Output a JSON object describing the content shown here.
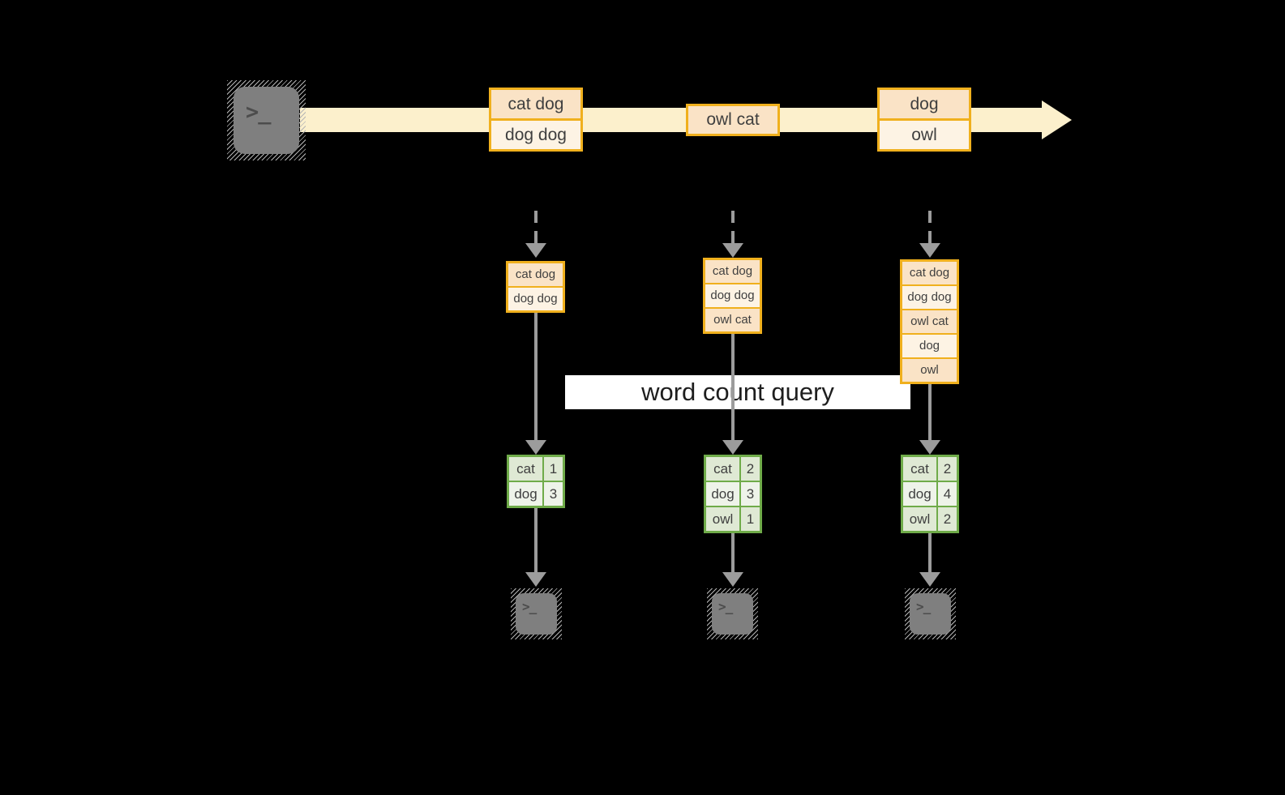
{
  "banner": {
    "label": "word count query"
  },
  "icons": {
    "terminal_prompt": ">_"
  },
  "stream": {
    "batches": [
      {
        "rows": [
          "cat dog",
          "dog dog"
        ]
      },
      {
        "rows": [
          "owl cat"
        ]
      },
      {
        "rows": [
          "dog",
          "owl"
        ]
      }
    ]
  },
  "columns": [
    {
      "accumulated": {
        "rows": [
          "cat dog",
          "dog dog"
        ]
      },
      "counts": {
        "rows": [
          {
            "word": "cat",
            "count": "1"
          },
          {
            "word": "dog",
            "count": "3"
          }
        ]
      }
    },
    {
      "accumulated": {
        "rows": [
          "cat dog",
          "dog dog",
          "owl cat"
        ]
      },
      "counts": {
        "rows": [
          {
            "word": "cat",
            "count": "2"
          },
          {
            "word": "dog",
            "count": "3"
          },
          {
            "word": "owl",
            "count": "1"
          }
        ]
      }
    },
    {
      "accumulated": {
        "rows": [
          "cat dog",
          "dog dog",
          "owl cat",
          "dog",
          "owl"
        ]
      },
      "counts": {
        "rows": [
          {
            "word": "cat",
            "count": "2"
          },
          {
            "word": "dog",
            "count": "4"
          },
          {
            "word": "owl",
            "count": "2"
          }
        ]
      }
    }
  ],
  "colors": {
    "background": "#000000",
    "stream-band": "#fcf0cc",
    "box-border": "#f0b01d",
    "box-fill-dark": "#fae3c6",
    "box-fill-light": "#fdf3e4",
    "arrow-gray": "#9c9c9c",
    "terminal-gray": "#7f7f7f",
    "table-border": "#6fab49",
    "table-fill-dark": "#dfe9d4",
    "table-fill-light": "#eef3e9",
    "text-dark": "#3f3f3f",
    "banner-bg": "#ffffff",
    "banner-text": "#1e1e1e"
  }
}
